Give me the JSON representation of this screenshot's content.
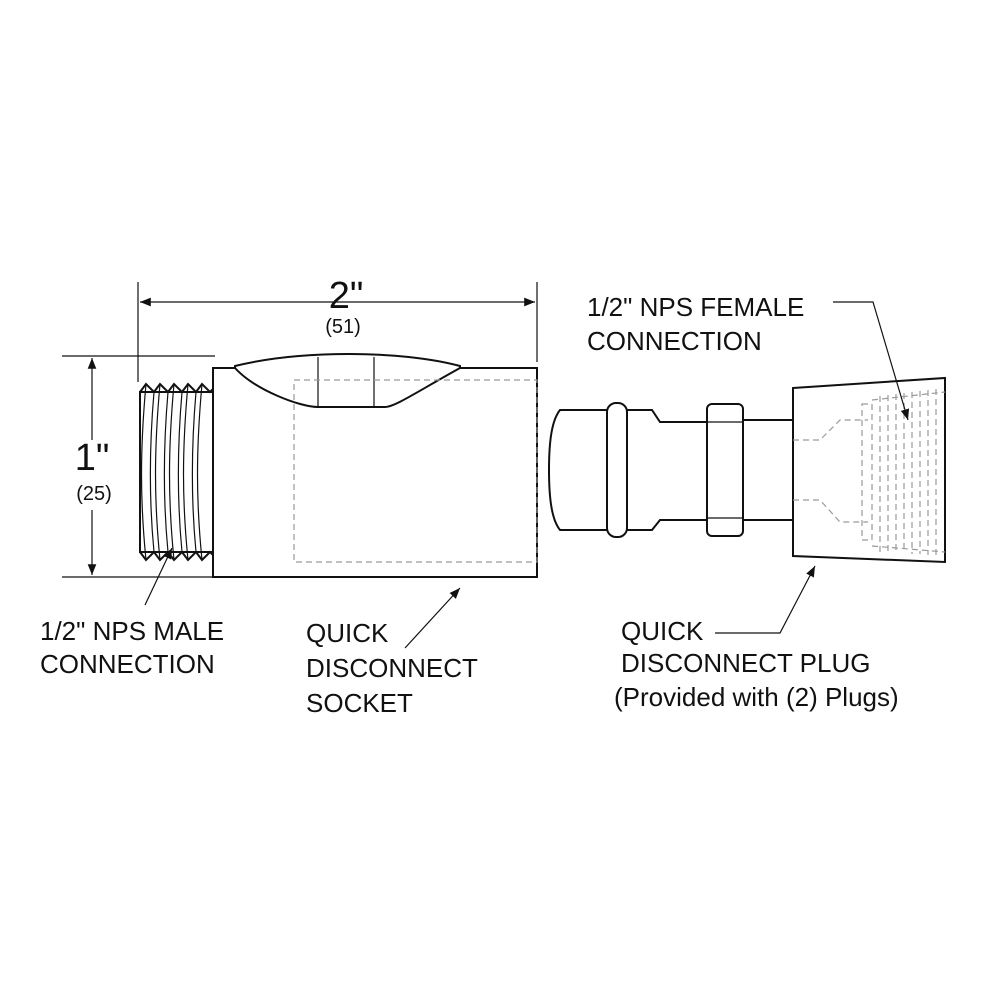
{
  "dimensions": {
    "length_in": "2\"",
    "length_mm": "(51)",
    "height_in": "1\"",
    "height_mm": "(25)"
  },
  "callouts": {
    "male_connection": [
      "1/2\" NPS MALE",
      "CONNECTION"
    ],
    "socket": [
      "QUICK",
      "DISCONNECT",
      "SOCKET"
    ],
    "female_connection": [
      "1/2\" NPS FEMALE",
      "CONNECTION"
    ],
    "plug": [
      "QUICK",
      "DISCONNECT PLUG",
      "(Provided with (2) Plugs)"
    ]
  },
  "colors": {
    "line": "#111111",
    "hidden_line": "#9a9a9a",
    "background": "#ffffff"
  }
}
